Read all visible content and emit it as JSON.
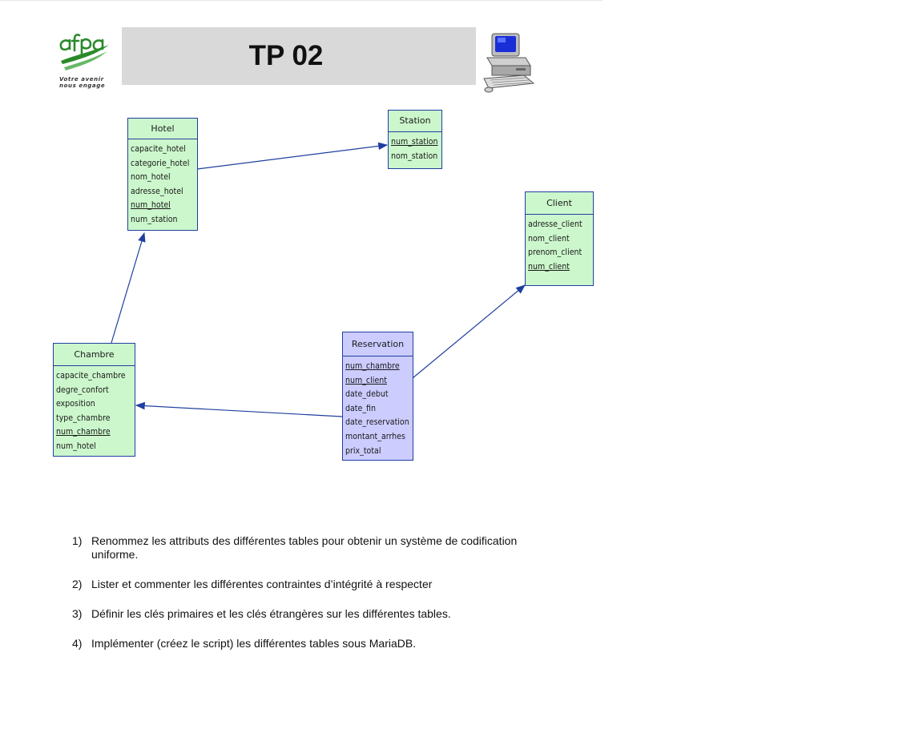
{
  "header": {
    "title": "TP 02",
    "logo": {
      "name": "afpa",
      "tagline_line1": "Votre avenir",
      "tagline_line2": "nous engage"
    },
    "computer_icon": "computer-icon",
    "title_bg": "#d9d9d9"
  },
  "colors": {
    "entity_green": "#ccf7cc",
    "entity_purple": "#ccccff",
    "border": "#1f3fa0",
    "logo_green": "#2a8a2a"
  },
  "diagram": {
    "entities": [
      {
        "id": "hotel",
        "name": "Hotel",
        "color": "green",
        "attributes": [
          {
            "name": "capacite_hotel",
            "pk": false
          },
          {
            "name": "categorie_hotel",
            "pk": false
          },
          {
            "name": "nom_hotel",
            "pk": false
          },
          {
            "name": "adresse_hotel",
            "pk": false
          },
          {
            "name": "num_hotel",
            "pk": true
          },
          {
            "name": "num_station",
            "pk": false
          }
        ]
      },
      {
        "id": "station",
        "name": "Station",
        "color": "green",
        "attributes": [
          {
            "name": "num_station",
            "pk": true
          },
          {
            "name": "nom_station",
            "pk": false
          }
        ]
      },
      {
        "id": "client",
        "name": "Client",
        "color": "green",
        "attributes": [
          {
            "name": "adresse_client",
            "pk": false
          },
          {
            "name": "nom_client",
            "pk": false
          },
          {
            "name": "prenom_client",
            "pk": false
          },
          {
            "name": "num_client",
            "pk": true
          }
        ]
      },
      {
        "id": "chambre",
        "name": "Chambre",
        "color": "green",
        "attributes": [
          {
            "name": "capacite_chambre",
            "pk": false
          },
          {
            "name": "degre_confort",
            "pk": false
          },
          {
            "name": "exposition",
            "pk": false
          },
          {
            "name": "type_chambre",
            "pk": false
          },
          {
            "name": "num_chambre",
            "pk": true
          },
          {
            "name": "num_hotel",
            "pk": false
          }
        ]
      },
      {
        "id": "reservation",
        "name": "Reservation",
        "color": "purple",
        "attributes": [
          {
            "name": "num_chambre",
            "pk": true
          },
          {
            "name": "num_client",
            "pk": true
          },
          {
            "name": "date_debut",
            "pk": false
          },
          {
            "name": "date_fin",
            "pk": false
          },
          {
            "name": "date_reservation",
            "pk": false
          },
          {
            "name": "montant_arrhes",
            "pk": false
          },
          {
            "name": "prix_total",
            "pk": false
          }
        ]
      }
    ],
    "relationships": [
      {
        "from": "hotel",
        "to": "station"
      },
      {
        "from": "chambre",
        "to": "hotel"
      },
      {
        "from": "reservation",
        "to": "chambre"
      },
      {
        "from": "reservation",
        "to": "client"
      }
    ]
  },
  "questions": [
    {
      "number": "1)",
      "text": "Renommez les attributs des différentes tables pour obtenir un système de codification uniforme."
    },
    {
      "number": "2)",
      "text": "Lister et commenter les différentes contraintes d’intégrité à respecter"
    },
    {
      "number": "3)",
      "text": "Définir les clés primaires et les clés étrangères sur les différentes tables."
    },
    {
      "number": "4)",
      "text": "Implémenter (créez le script) les différentes tables sous MariaDB."
    }
  ]
}
